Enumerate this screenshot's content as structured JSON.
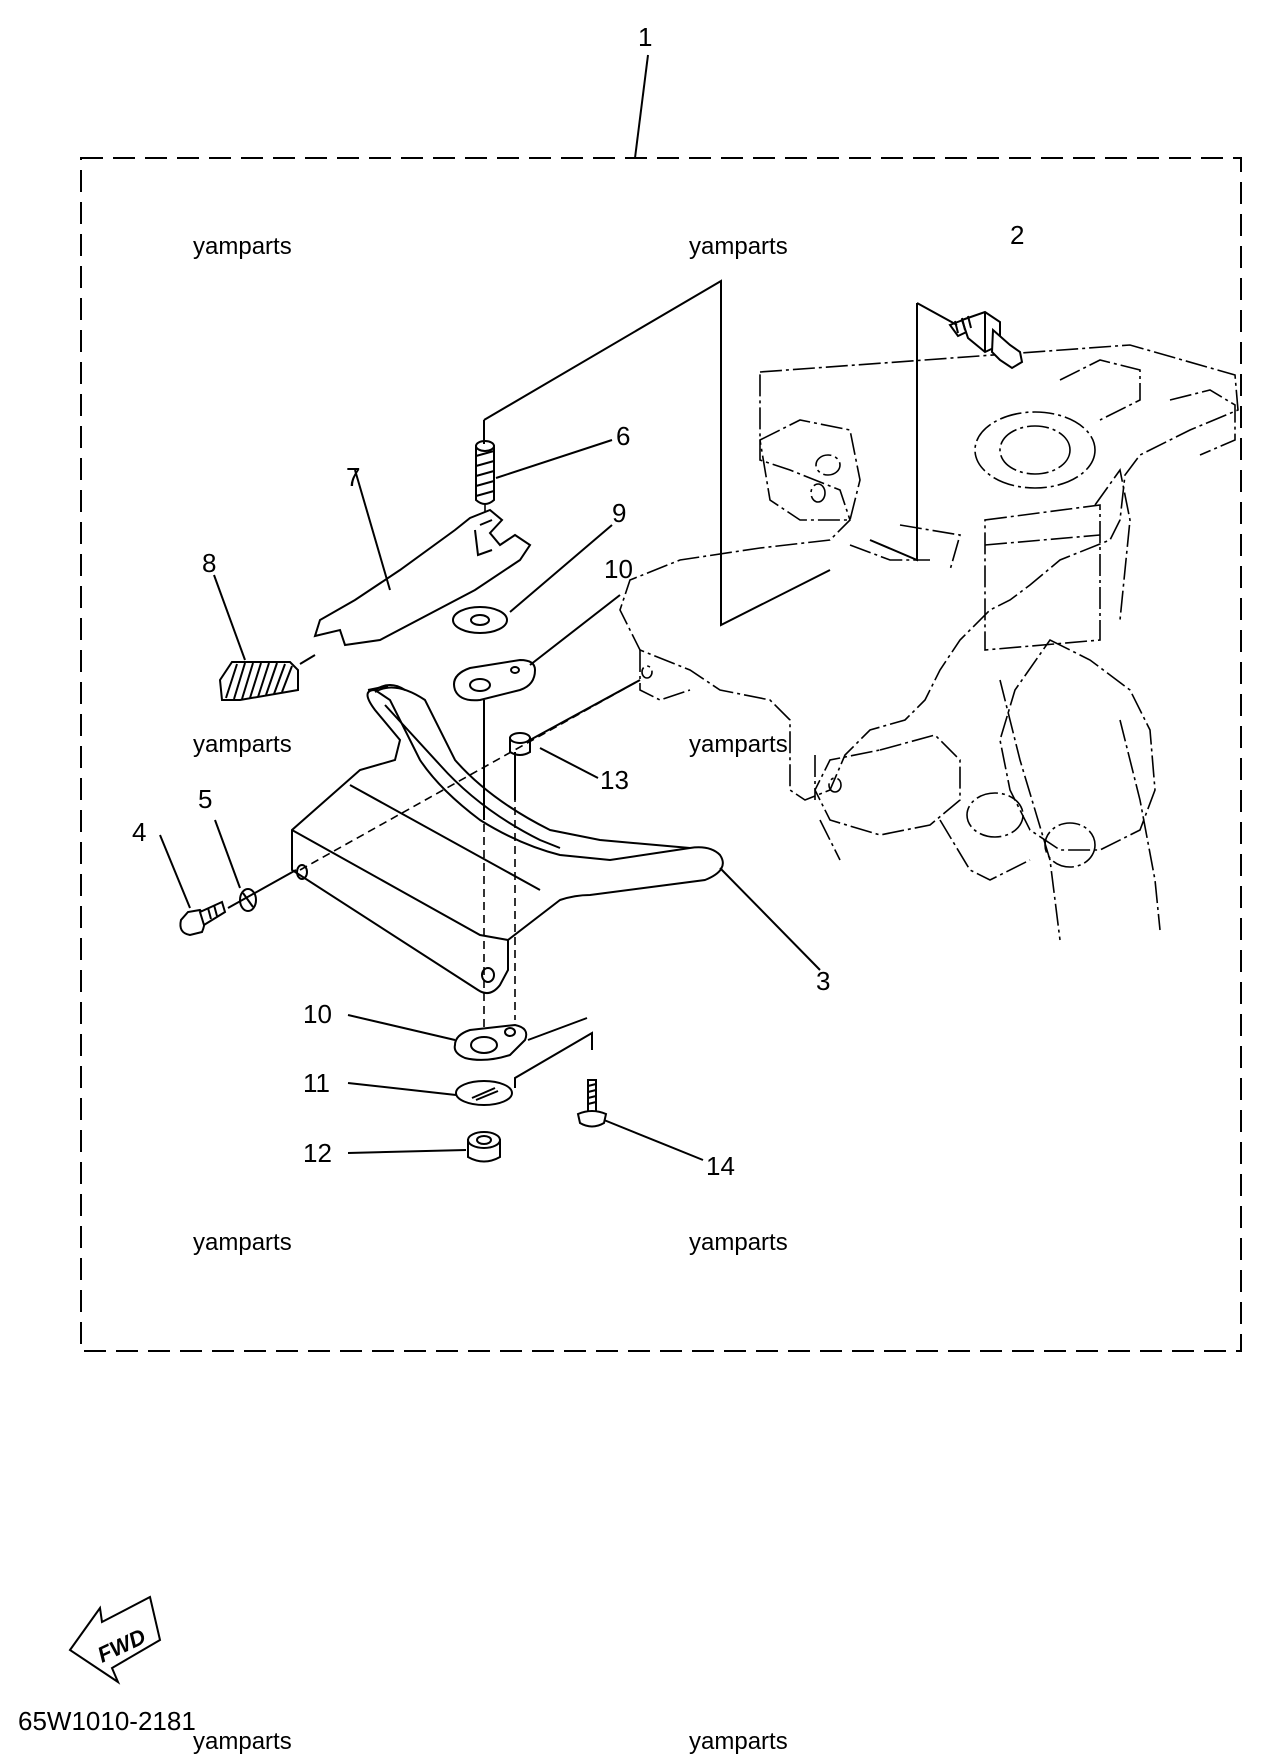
{
  "diagram": {
    "callouts": {
      "c1": "1",
      "c2": "2",
      "c3": "3",
      "c4": "4",
      "c5": "5",
      "c6": "6",
      "c7": "7",
      "c8": "8",
      "c9": "9",
      "c10a": "10",
      "c10b": "10",
      "c11": "11",
      "c12": "12",
      "c13": "13",
      "c14": "14"
    },
    "watermarks": {
      "w1": "yamparts",
      "w2": "yamparts",
      "w3": "yamparts",
      "w4": "yamparts",
      "w5": "yamparts",
      "w6": "yamparts",
      "w7": "yamparts",
      "w8": "yamparts"
    },
    "fwd_label": "FWD",
    "figure_code": "65W1010-2181"
  }
}
